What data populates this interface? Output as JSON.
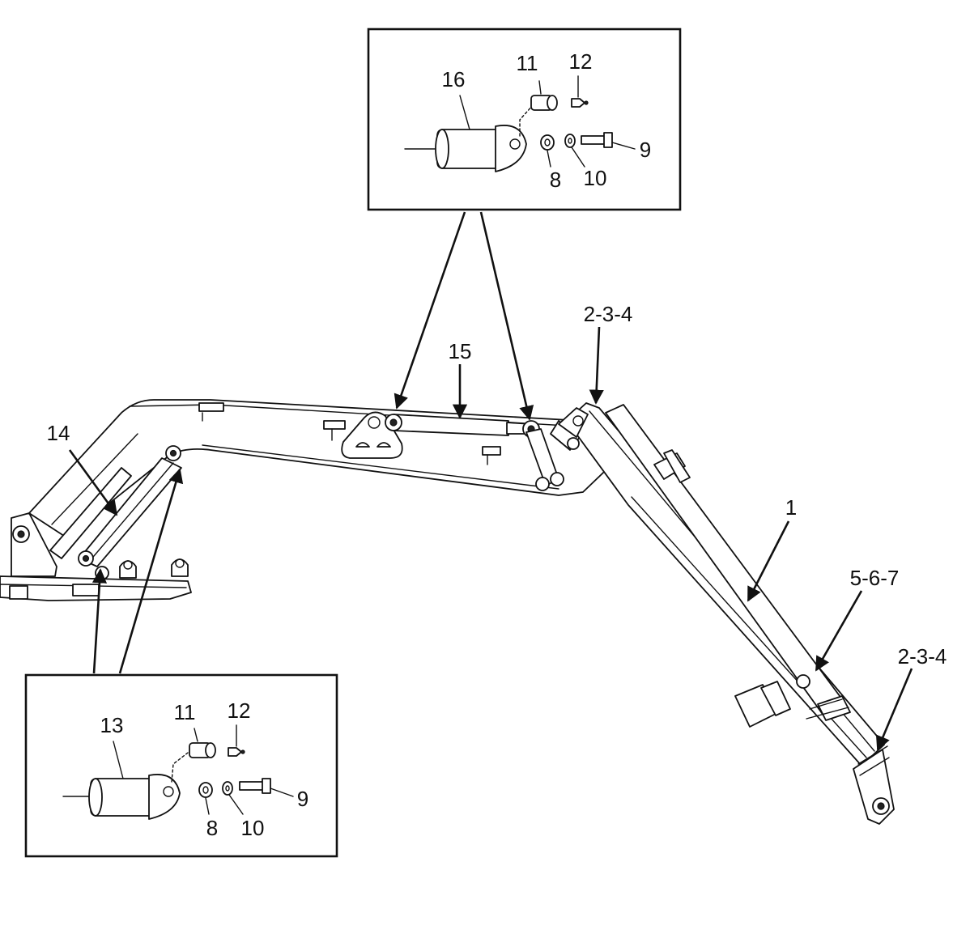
{
  "callouts": {
    "inset_top": {
      "cyl": "16",
      "bushing": "11",
      "fitting": "12",
      "spacer": "8",
      "washer": "10",
      "bolt": "9"
    },
    "inset_bottom": {
      "cyl": "13",
      "bushing": "11",
      "fitting": "12",
      "spacer": "8",
      "washer": "10",
      "bolt": "9"
    },
    "boom_cyl": "14",
    "dipper_cyl": "15",
    "pin_upper": "2-3-4",
    "pin_lower": "2-3-4",
    "arm": "1",
    "mid_pin": "5-6-7"
  }
}
